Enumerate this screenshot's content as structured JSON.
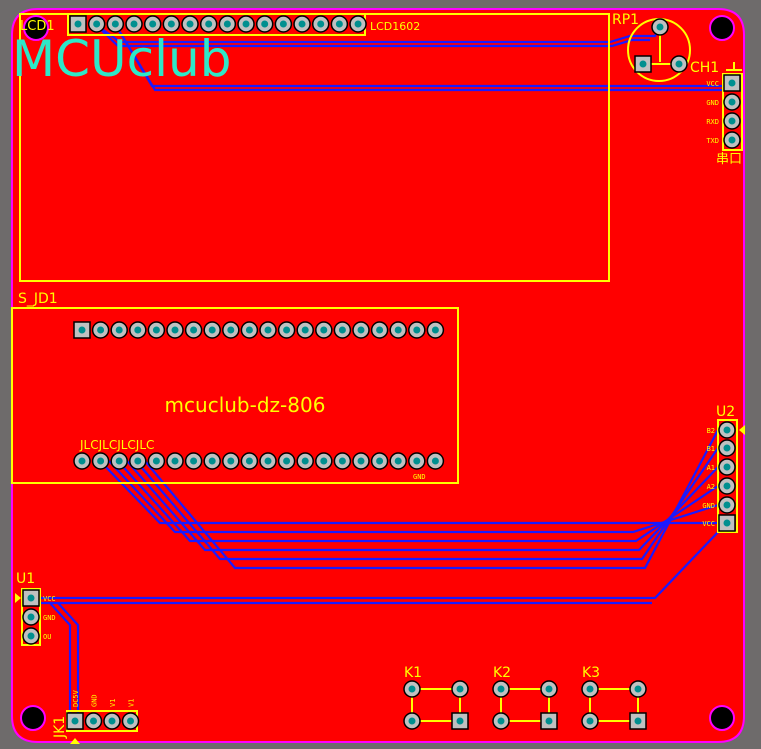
{
  "board": {
    "logo": "MCUclub",
    "colors": {
      "copper": "#ff0000",
      "outline": "#ff00ff",
      "silk": "#ffff00",
      "trace": "#1a1aff",
      "logo": "#2ee8c8"
    }
  },
  "lcd": {
    "designator": "LCD1",
    "value": "LCD1602",
    "pin_count": 16
  },
  "rp1": {
    "designator": "RP1"
  },
  "ch1": {
    "designator": "CH1",
    "caption": "串口",
    "pins": [
      "VCC",
      "GND",
      "RXD",
      "TXD"
    ]
  },
  "s_jd1": {
    "designator": "S_JD1",
    "title": "mcuclub-dz-806",
    "jlc": "JLCJLCJLCJLC",
    "pin_count": 20,
    "gnd_label": "GND"
  },
  "u2": {
    "designator": "U2",
    "pins": [
      "B2",
      "B1",
      "A1",
      "A2",
      "GND",
      "VCC"
    ]
  },
  "u1": {
    "designator": "U1",
    "pins": [
      "VCC",
      "GND",
      "OU"
    ]
  },
  "jk1": {
    "designator": "JK1",
    "pins": [
      "DC5V",
      "GND",
      "V1",
      "V1"
    ]
  },
  "keys": [
    {
      "designator": "K1"
    },
    {
      "designator": "K2"
    },
    {
      "designator": "K3"
    }
  ]
}
